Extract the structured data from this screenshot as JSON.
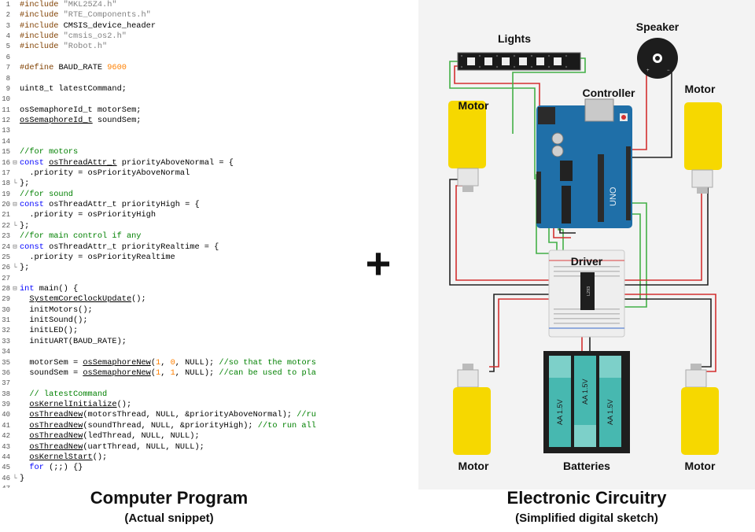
{
  "code": {
    "lines": [
      [
        [
          "pp",
          "#include "
        ],
        [
          "st",
          "\"MKL25Z4.h\""
        ]
      ],
      [
        [
          "pp",
          "#include "
        ],
        [
          "st",
          "\"RTE_Components.h\""
        ]
      ],
      [
        [
          "pp",
          "#include "
        ],
        [
          "tx",
          "CMSIS_device_header"
        ]
      ],
      [
        [
          "pp",
          "#include "
        ],
        [
          "st",
          "\"cmsis_os2.h\""
        ]
      ],
      [
        [
          "pp",
          "#include "
        ],
        [
          "st",
          "\"Robot.h\""
        ]
      ],
      [],
      [
        [
          "pp",
          "#define "
        ],
        [
          "tx",
          "BAUD_RATE "
        ],
        [
          "nm",
          "9600"
        ]
      ],
      [],
      [
        [
          "tx",
          "uint8_t latestCommand;"
        ]
      ],
      [],
      [
        [
          "tx",
          "osSemaphoreId_t motorSem;"
        ]
      ],
      [
        [
          "ul",
          "osSemaphoreId_t"
        ],
        [
          "tx",
          " soundSem;"
        ]
      ],
      [],
      [],
      [
        [
          "cm",
          "//for motors"
        ]
      ],
      [
        [
          "kw",
          "const "
        ],
        [
          "ul",
          "osThreadAttr_t"
        ],
        [
          "tx",
          " priorityAboveNormal = {"
        ]
      ],
      [
        [
          "tx",
          "  .priority = osPriorityAboveNormal"
        ]
      ],
      [
        [
          "tx",
          "};"
        ]
      ],
      [
        [
          "cm",
          "//for sound"
        ]
      ],
      [
        [
          "kw",
          "const "
        ],
        [
          "tx",
          "osThreadAttr_t priorityHigh = {"
        ]
      ],
      [
        [
          "tx",
          "  .priority = osPriorityHigh"
        ]
      ],
      [
        [
          "tx",
          "};"
        ]
      ],
      [
        [
          "cm",
          "//for main control if any"
        ]
      ],
      [
        [
          "kw",
          "const "
        ],
        [
          "tx",
          "osThreadAttr_t priorityRealtime = {"
        ]
      ],
      [
        [
          "tx",
          "  .priority = osPriorityRealtime"
        ]
      ],
      [
        [
          "tx",
          "};"
        ]
      ],
      [],
      [
        [
          "kw",
          "int "
        ],
        [
          "tx",
          "main() {"
        ]
      ],
      [
        [
          "tx",
          "  "
        ],
        [
          "ul",
          "SystemCoreClockUpdate"
        ],
        [
          "tx",
          "();"
        ]
      ],
      [
        [
          "tx",
          "  initMotors();"
        ]
      ],
      [
        [
          "tx",
          "  initSound();"
        ]
      ],
      [
        [
          "tx",
          "  initLED();"
        ]
      ],
      [
        [
          "tx",
          "  initUART(BAUD_RATE);"
        ]
      ],
      [],
      [
        [
          "tx",
          "  motorSem = "
        ],
        [
          "ul",
          "osSemaphoreNew"
        ],
        [
          "tx",
          "("
        ],
        [
          "nm",
          "1"
        ],
        [
          "tx",
          ", "
        ],
        [
          "nm",
          "0"
        ],
        [
          "tx",
          ", NULL); "
        ],
        [
          "cm",
          "//so that the motors"
        ]
      ],
      [
        [
          "tx",
          "  soundSem = "
        ],
        [
          "ul",
          "osSemaphoreNew"
        ],
        [
          "tx",
          "("
        ],
        [
          "nm",
          "1"
        ],
        [
          "tx",
          ", "
        ],
        [
          "nm",
          "1"
        ],
        [
          "tx",
          ", NULL); "
        ],
        [
          "cm",
          "//can be used to pla"
        ]
      ],
      [],
      [
        [
          "tx",
          "  "
        ],
        [
          "cm",
          "// latestCommand"
        ]
      ],
      [
        [
          "tx",
          "  "
        ],
        [
          "ul",
          "osKernelInitialize"
        ],
        [
          "tx",
          "();"
        ]
      ],
      [
        [
          "tx",
          "  "
        ],
        [
          "ul",
          "osThreadNew"
        ],
        [
          "tx",
          "(motorsThread, NULL, &priorityAboveNormal); "
        ],
        [
          "cm",
          "//ru"
        ]
      ],
      [
        [
          "tx",
          "  "
        ],
        [
          "ul",
          "osThreadNew"
        ],
        [
          "tx",
          "(soundThread, NULL, &priorityHigh); "
        ],
        [
          "cm",
          "//to run all"
        ]
      ],
      [
        [
          "tx",
          "  "
        ],
        [
          "ul",
          "osThreadNew"
        ],
        [
          "tx",
          "(ledThread, NULL, NULL);"
        ]
      ],
      [
        [
          "tx",
          "  "
        ],
        [
          "ul",
          "osThreadNew"
        ],
        [
          "tx",
          "(uartThread, NULL, NULL);"
        ]
      ],
      [
        [
          "tx",
          "  "
        ],
        [
          "ul",
          "osKernelStart"
        ],
        [
          "tx",
          "();"
        ]
      ],
      [
        [
          "tx",
          "  "
        ],
        [
          "kw",
          "for "
        ],
        [
          "tx",
          "(;;) {}"
        ]
      ],
      [
        [
          "tx",
          "}"
        ]
      ],
      []
    ],
    "fold_marks": {
      "16": "⊟",
      "18": "└",
      "20": "⊟",
      "22": "└",
      "24": "⊟",
      "26": "└",
      "28": "⊟",
      "46": "└"
    }
  },
  "plus": "+",
  "circuit": {
    "labels": {
      "lights": "Lights",
      "speaker": "Speaker",
      "controller": "Controller",
      "motor_tl": "Motor",
      "motor_tr": "Motor",
      "motor_bl": "Motor",
      "motor_br": "Motor",
      "driver": "Driver",
      "batteries": "Batteries"
    },
    "battery_label": "AA 1.5V",
    "chip_label": "L293",
    "board_label": "UNO",
    "colors": {
      "wire_red": "#d32f2f",
      "wire_green": "#43b047",
      "wire_black": "#222222",
      "motor_yellow": "#f6d800",
      "board_blue": "#1f6fa8",
      "battery_teal": "#47b8b0"
    }
  },
  "captions": {
    "left_title": "Computer Program",
    "left_sub": "(Actual snippet)",
    "right_title": "Electronic Circuitry",
    "right_sub": "(Simplified digital sketch)"
  }
}
